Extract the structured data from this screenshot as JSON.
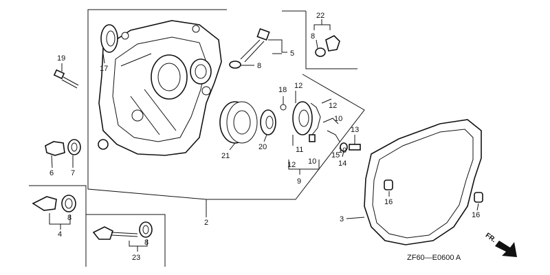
{
  "callouts": {
    "c2": "2",
    "c3": "3",
    "c4": "4",
    "c5": "5",
    "c6": "6",
    "c7": "7",
    "c8a": "8",
    "c8b": "8",
    "c8c": "8",
    "c8d": "8",
    "c9": "9",
    "c10a": "10",
    "c10b": "10",
    "c10c": "10",
    "c11": "11",
    "c12a": "12",
    "c12b": "12",
    "c12c": "12",
    "c13": "13",
    "c14": "14",
    "c15": "15",
    "c16a": "16",
    "c16b": "16",
    "c17": "17",
    "c18": "18",
    "c19": "19",
    "c20": "20",
    "c21": "21",
    "c22": "22",
    "c23": "23"
  },
  "diagram_code": "ZF60—E0600 A",
  "direction_label": "FR."
}
